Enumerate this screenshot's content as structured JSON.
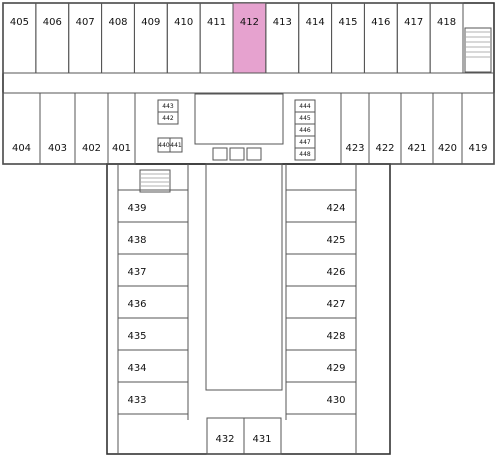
{
  "floor_plan": {
    "highlight_color": "#e6a2cf",
    "highlight_room": "412",
    "north_wing": {
      "top_rooms": [
        "405",
        "406",
        "407",
        "408",
        "409",
        "410",
        "411",
        "412",
        "413",
        "414",
        "415",
        "416",
        "417",
        "418"
      ],
      "bottom_rooms_left": [
        "404",
        "403",
        "402",
        "401"
      ],
      "bottom_rooms_right": [
        "423",
        "422",
        "421",
        "420",
        "419"
      ],
      "service_rooms_left": [
        "443",
        "442",
        "440",
        "441"
      ],
      "service_rooms_right": [
        "444",
        "445",
        "446",
        "447",
        "448"
      ]
    },
    "south_wing": {
      "left_rooms": [
        "439",
        "438",
        "437",
        "436",
        "435",
        "434",
        "433"
      ],
      "right_rooms": [
        "424",
        "425",
        "426",
        "427",
        "428",
        "429",
        "430"
      ],
      "bottom_rooms": [
        "432",
        "431"
      ]
    }
  }
}
